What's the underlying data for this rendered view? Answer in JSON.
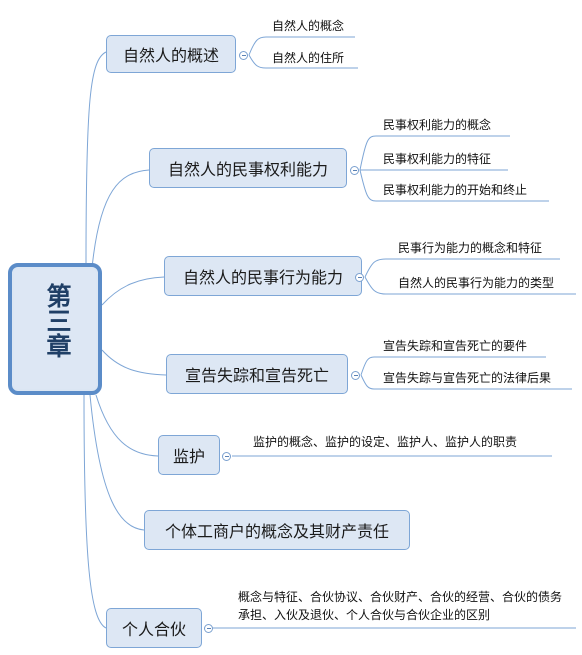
{
  "root": {
    "label": "第三章"
  },
  "branches": [
    {
      "label": "自然人的概述",
      "children": [
        "自然人的概念",
        "自然人的住所"
      ]
    },
    {
      "label": "自然人的民事权利能力",
      "children": [
        "民事权利能力的概念",
        "民事权利能力的特征",
        "民事权利能力的开始和终止"
      ]
    },
    {
      "label": "自然人的民事行为能力",
      "children": [
        "民事行为能力的概念和特征",
        "自然人的民事行为能力的类型"
      ]
    },
    {
      "label": "宣告失踪和宣告死亡",
      "children": [
        "宣告失踪和宣告死亡的要件",
        "宣告失踪与宣告死亡的法律后果"
      ]
    },
    {
      "label": "监护",
      "children": [
        "监护的概念、监护的设定、监护人、监护人的职责"
      ]
    },
    {
      "label": "个体工商户的概念及其财产责任",
      "children": []
    },
    {
      "label": "个人合伙",
      "children": [
        "概念与特征、合伙协议、合伙财产、合伙的经营、合伙的债务承担、入伙及退伙、个人合伙与合伙企业的区别"
      ]
    }
  ],
  "colors": {
    "line": "#7ea6d6",
    "node_fill": "#dde7f4",
    "root_border": "#5b8cc8"
  }
}
